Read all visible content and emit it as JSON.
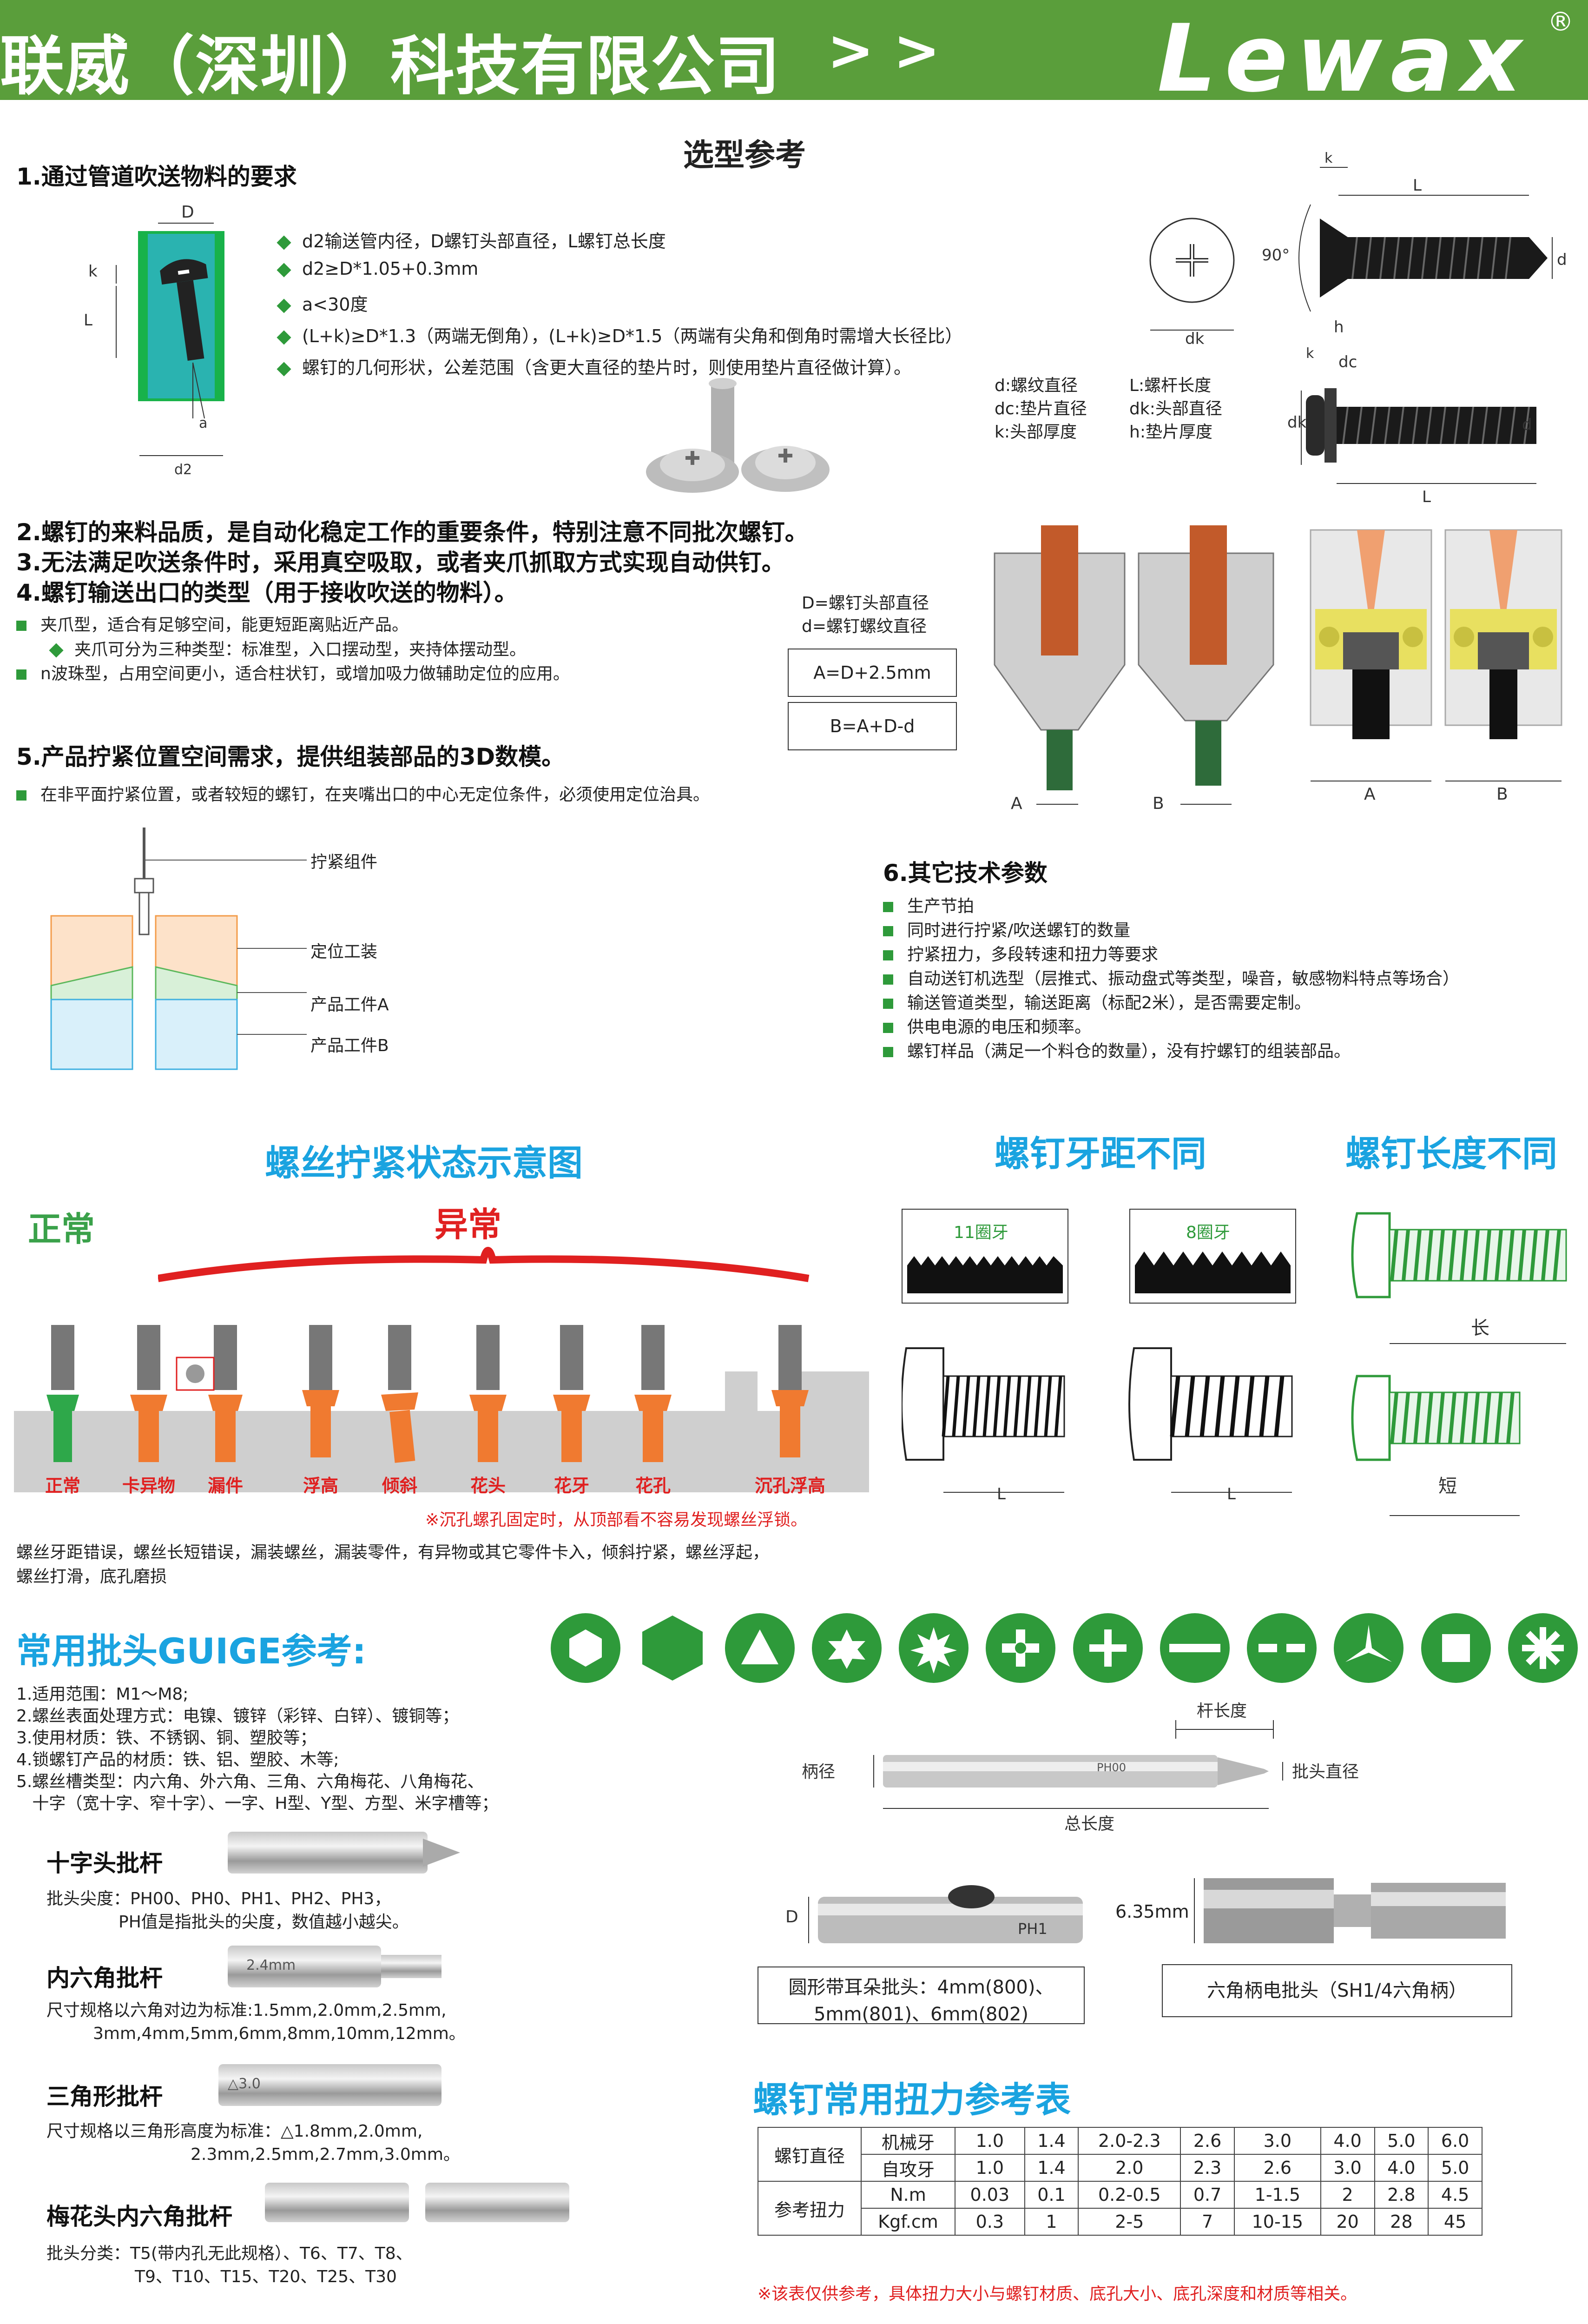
{
  "header": {
    "company": "联威（深圳）科技有限公司",
    "arrows": "> >",
    "logo": "Lewax",
    "reg": "®"
  },
  "main_title": "选型参考",
  "sec1": {
    "title": "1.通过管道吹送物料的要求",
    "bullets": [
      "d2输送管内径，D螺钉头部直径，L螺钉总长度",
      "d2≥D*1.05+0.3mm",
      "a<30度",
      "(L+k)≥D*1.3（两端无倒角），(L+k)≥D*1.5（两端有尖角和倒角时需增大长径比）",
      "螺钉的几何形状，公差范围（含更大直径的垫片时，则使用垫片直径做计算）。"
    ],
    "diagram_labels": {
      "D": "D",
      "k": "k",
      "L": "L",
      "a": "a",
      "d2": "d2"
    }
  },
  "screw_diagram": {
    "k": "k",
    "L": "L",
    "angle": "90°",
    "d": "d",
    "dk": "dk",
    "h": "h",
    "dc": "dc",
    "legend_left": [
      "d:螺纹直径",
      "dc:垫片直径",
      "k:头部厚度"
    ],
    "legend_right": [
      "L:螺杆长度",
      "dk:头部直径",
      "h:垫片厚度"
    ]
  },
  "sec2": {
    "lines": [
      "2.螺钉的来料品质，是自动化稳定工作的重要条件，特别注意不同批次螺钉。",
      "3.无法满足吹送条件时，采用真空吸取，或者夹爪抓取方式实现自动供钉。",
      "4.螺钉输送出口的类型（用于接收吹送的物料）。"
    ],
    "bullet1": "夹爪型，适合有足够空间，能更短距离贴近产品。",
    "sub_bullet": "夹爪可分为三种类型：标准型，入口摆动型，夹持体摆动型。",
    "bullet2": "n波珠型，占用空间更小，适合柱状钉，或增加吸力做辅助定位的应用。",
    "def_D": "D=螺钉头部直径",
    "def_d": "d=螺钉螺纹直径",
    "formula_A": "A=D+2.5mm",
    "formula_B": "B=A+D-d",
    "nozzle_labels": [
      "A",
      "B",
      "A",
      "B"
    ]
  },
  "sec5": {
    "title": "5.产品拧紧位置空间需求，提供组装部品的3D数模。",
    "bullet": "在非平面拧紧位置，或者较短的螺钉，在夹嘴出口的中心无定位条件，必须使用定位治具。",
    "labels": [
      "拧紧组件",
      "定位工装",
      "产品工件A",
      "产品工件B"
    ]
  },
  "sec6": {
    "title": "6.其它技术参数",
    "items": [
      "生产节拍",
      "同时进行拧紧/吹送螺钉的数量",
      "拧紧扭力，多段转速和扭力等要求",
      "自动送钉机选型（层推式、振动盘式等类型，噪音，敏感物料特点等场合）",
      "输送管道类型，输送距离（标配2米），是否需要定制。",
      "供电电源的电压和频率。",
      "螺钉样品（满足一个料仓的数量），没有拧螺钉的组装部品。"
    ]
  },
  "states": {
    "title": "螺丝拧紧状态示意图",
    "normal": "正常",
    "abnormal": "异常",
    "labels": [
      "正常",
      "卡异物",
      "漏件",
      "浮高",
      "倾斜",
      "花头",
      "花牙",
      "花孔",
      "沉孔浮高"
    ],
    "note": "※沉孔螺孔固定时，从顶部看不容易发现螺丝浮锁。",
    "desc1": "螺丝牙距错误，螺丝长短错误，漏装螺丝，漏装零件，有异物或其它零件卡入，倾斜拧紧，螺丝浮起，",
    "desc2": "螺丝打滑，底孔磨损"
  },
  "pitch": {
    "title": "螺钉牙距不同",
    "box1": "11圈牙",
    "box2": "8圈牙",
    "L": "L"
  },
  "length": {
    "title": "螺钉长度不同",
    "long": "长",
    "short": "短"
  },
  "bits": {
    "title": "常用批头GUIGE参考:",
    "icons": [
      "hexagon-icon",
      "hex-solid-icon",
      "triangle-icon",
      "six-point-star-icon",
      "torx-icon",
      "phillips-icon",
      "cross-icon",
      "slot-icon",
      "dashed-slot-icon",
      "y-type-icon",
      "square-icon",
      "asterisk-icon"
    ],
    "list": [
      "1.适用范围：M1～M8;",
      "2.螺丝表面处理方式：电镍、镀锌（彩锌、白锌）、镀铜等；",
      "3.使用材质：铁、不锈钢、铜、塑胶等；",
      "4.锁螺钉产品的材质：铁、铝、塑胶、木等;",
      "5.螺丝槽类型：内六角、外六角、三角、六角梅花、八角梅花、",
      "   十字（宽十字、窄十字）、一字、H型、Y型、方型、米字槽等；"
    ],
    "cross": {
      "title": "十字头批杆",
      "l1": "批头尖度：PH00、PH0、PH1、PH2、PH3，",
      "l2": "PH值是指批头的尖度，数值越小越尖。"
    },
    "hex": {
      "title": "内六角批杆",
      "l1": "尺寸规格以六角对边为标准:1.5mm,2.0mm,2.5mm,",
      "l2": "3mm,4mm,5mm,6mm,8mm,10mm,12mm。",
      "mark": "2.4mm"
    },
    "tri": {
      "title": "三角形批杆",
      "l1": "尺寸规格以三角形高度为标准：△1.8mm,2.0mm,",
      "l2": "2.3mm,2.5mm,2.7mm,3.0mm。",
      "mark": "△3.0"
    },
    "torx": {
      "title": "梅花头内六角批杆",
      "l1": "批头分类：T5(带内孔无此规格）、T6、T7、T8、",
      "l2": "T9、T10、T15、T20、T25、T30"
    },
    "dims": {
      "shaft": "杆长度",
      "handle": "柄径",
      "bit_dia": "批头直径",
      "total": "总长度",
      "D": "D",
      "hex_size": "6.35mm",
      "ph_mark": "PH1",
      "ph00": "PH00"
    },
    "round_caption_1": "圆形带耳朵批头：4mm(800)、",
    "round_caption_2": "5mm(801)、6mm(802)",
    "hex_caption": "六角柄电批头（SH1/4六角柄）"
  },
  "torque": {
    "title": "螺钉常用扭力参考表",
    "row_head_1": "螺钉直径",
    "row_head_2": "参考扭力",
    "rows": [
      [
        "机械牙",
        "1.0",
        "1.4",
        "2.0-2.3",
        "2.6",
        "3.0",
        "4.0",
        "5.0",
        "6.0"
      ],
      [
        "自攻牙",
        "1.0",
        "1.4",
        "2.0",
        "2.3",
        "2.6",
        "3.0",
        "4.0",
        "5.0"
      ],
      [
        "N.m",
        "0.03",
        "0.1",
        "0.2-0.5",
        "0.7",
        "1-1.5",
        "2",
        "2.8",
        "4.5"
      ],
      [
        "Kgf.cm",
        "0.3",
        "1",
        "2-5",
        "7",
        "10-15",
        "20",
        "28",
        "45"
      ]
    ],
    "note": "※该表仅供参考，具体扭力大小与螺钉材质、底孔大小、底孔深度和材质等相关。"
  },
  "colors": {
    "brand_green": "#5a9e3b",
    "bullet_green": "#2e9a3a",
    "title_blue": "#1aa3e0",
    "alert_red": "#e02020",
    "orange": "#f07a30"
  }
}
